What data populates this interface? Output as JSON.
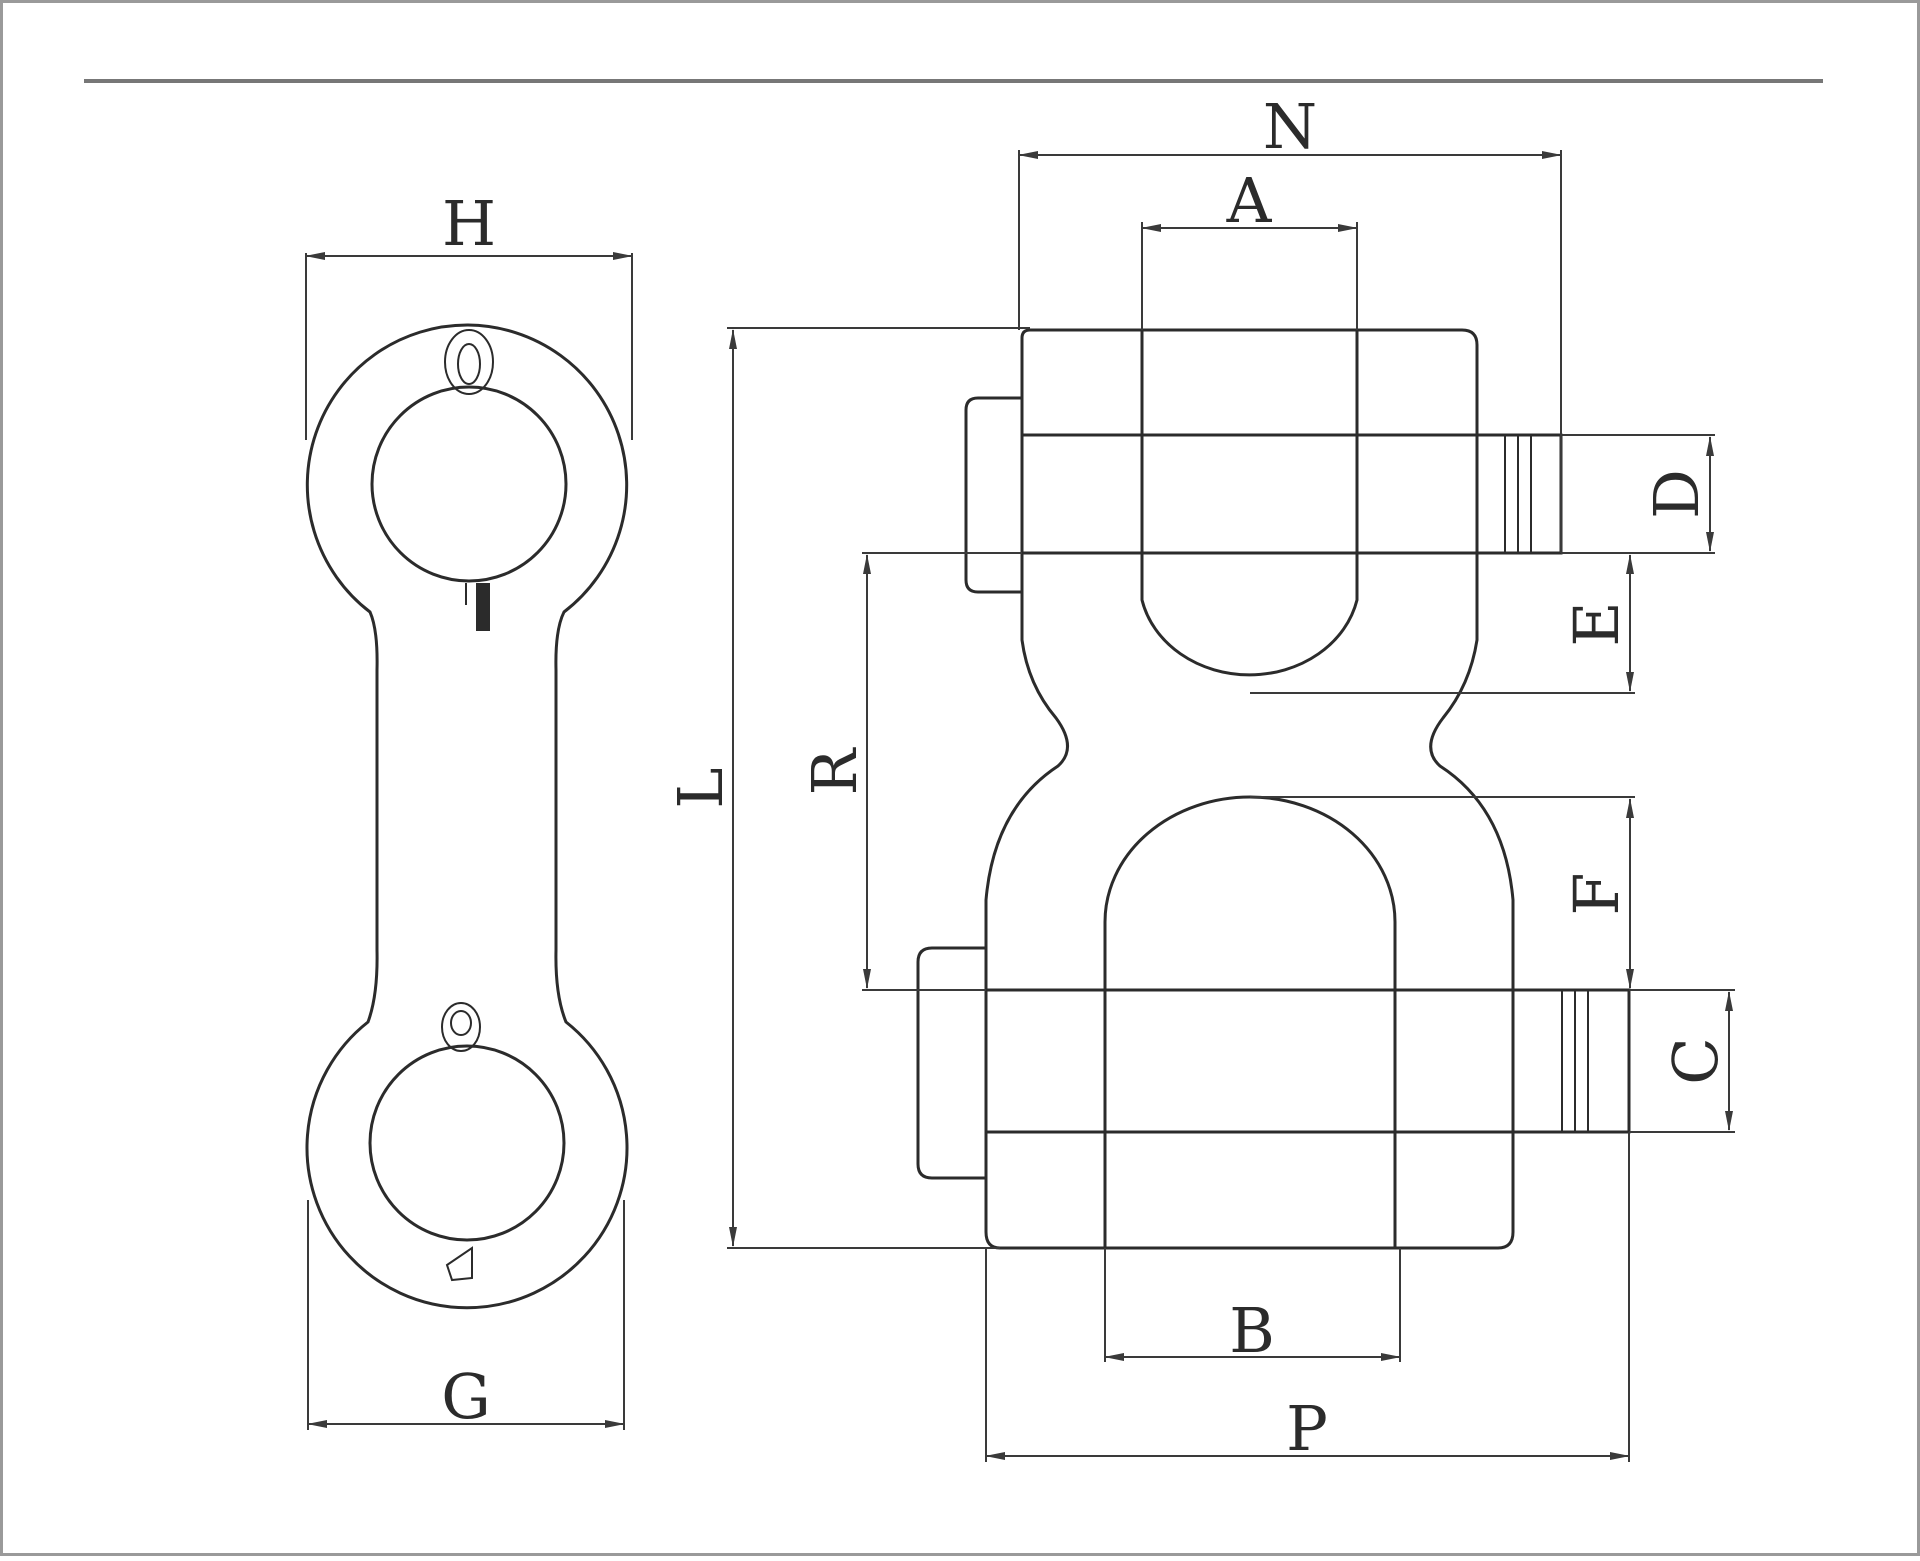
{
  "labels": {
    "H": "H",
    "G": "G",
    "N": "N",
    "A": "A",
    "L": "L",
    "R": "R",
    "D": "D",
    "E": "E",
    "F": "F",
    "C": "C",
    "B": "B",
    "P": "P"
  },
  "colors": {
    "line": "#2b2b2b",
    "background": "#ffffff",
    "header_rule": "#777777"
  }
}
